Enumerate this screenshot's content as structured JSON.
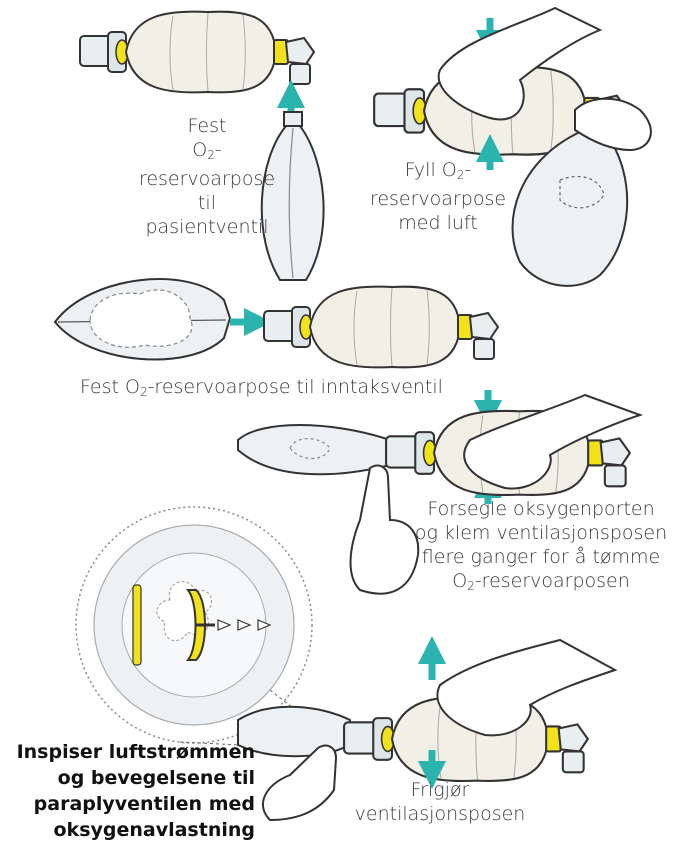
{
  "step1": {
    "line1": "Fest",
    "line2_pre": "O",
    "line2_sub": "2",
    "line2_post": "-reservoarpose",
    "line3": "til pasientventil"
  },
  "step2": {
    "line1_pre": "Fyll O",
    "line1_sub": "2",
    "line1_post": "-",
    "line2": "reservoarpose",
    "line3": "med luft"
  },
  "step3": {
    "pre": "Fest O",
    "sub": "2",
    "post": "-reservoarpose til inntaksventil"
  },
  "step4": {
    "line1": "Forsegle oksygenporten",
    "line2": "og klem ventilasjonsposen",
    "line3": "flere ganger for å tømme",
    "line4_pre": "O",
    "line4_sub": "2",
    "line4_post": "-reservoarposen"
  },
  "step5": {
    "line1": "Inspiser luftstrømmen",
    "line2": "og bevegelsene til",
    "line3": "paraplyventilen med",
    "line4": "oksygenavlastning"
  },
  "step6": {
    "line1": "Frigjør",
    "line2": "ventilasjonsposen"
  },
  "colors": {
    "arrow": "#2bb3ad",
    "collar": "#f2e21a",
    "outline": "#333333",
    "bag": "#f1efe6",
    "reservoir": "#eef1f3"
  },
  "icons": [
    "resuscitator-bag-icon",
    "reservoir-bag-icon",
    "hand-icon",
    "finger-icon",
    "teal-arrow-icon",
    "magnifier-circle-icon"
  ]
}
